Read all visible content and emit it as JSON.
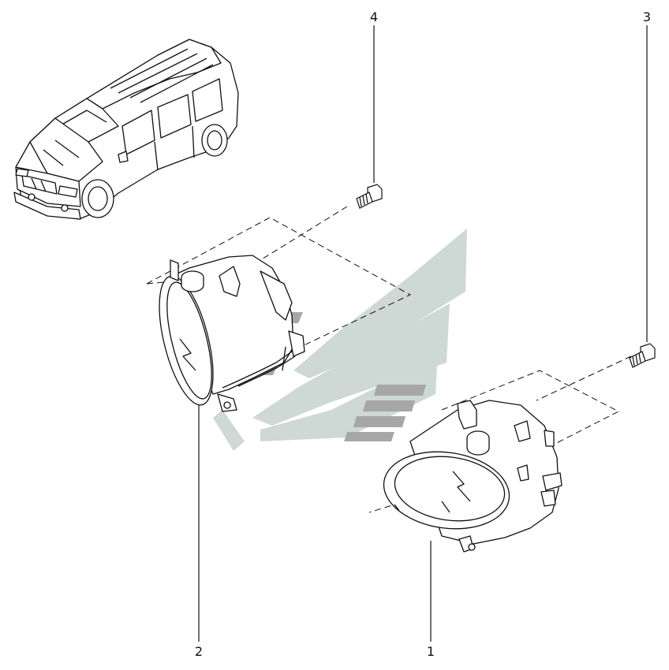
{
  "diagram": {
    "type": "exploded-parts-diagram",
    "callouts": [
      {
        "id": "part-1",
        "label": "1"
      },
      {
        "id": "part-2",
        "label": "2"
      },
      {
        "id": "part-3",
        "label": "3"
      },
      {
        "id": "part-4",
        "label": "4"
      }
    ],
    "parts": [
      {
        "callout": "1",
        "icon": "fog-lamp-right-assembly"
      },
      {
        "callout": "2",
        "icon": "fog-lamp-left-assembly"
      },
      {
        "callout": "3",
        "icon": "screw-fastener"
      },
      {
        "callout": "4",
        "icon": "screw-fastener"
      }
    ],
    "reference_vehicle_icon": "station-wagon-car",
    "watermark_icon": "stylized-logo-watermark",
    "colors": {
      "line": "#111111",
      "watermark_light": "#c8d3cf",
      "watermark_dark": "#9a9a9a",
      "background": "#ffffff"
    }
  }
}
